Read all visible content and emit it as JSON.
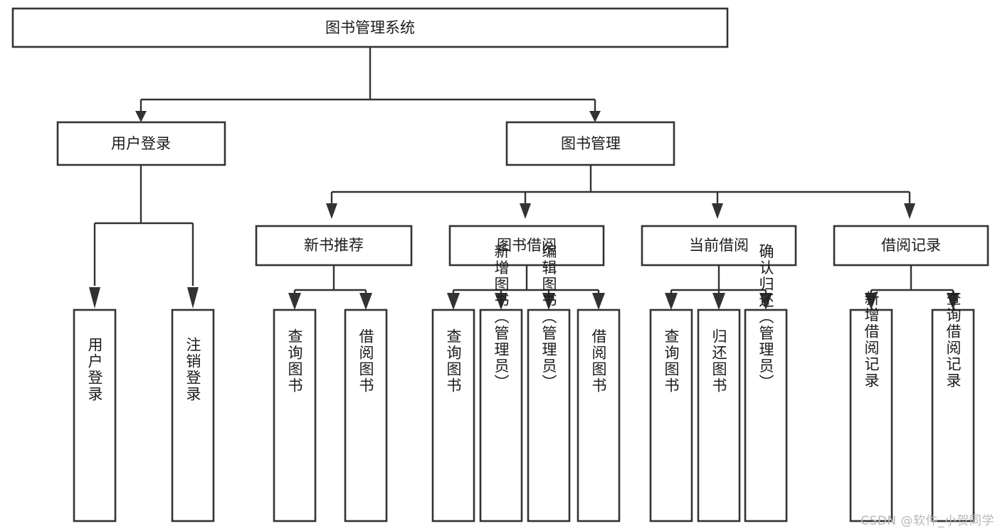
{
  "diagram": {
    "type": "tree-hierarchy",
    "title": "图书管理系统",
    "watermark": "CSDN @软件_小贺同学",
    "colors": {
      "box_fill": "#ffffff",
      "box_stroke": "#333333",
      "text": "#1b1b1b",
      "watermark": "#b8b8b8",
      "background": "#ffffff"
    },
    "levels": [
      {
        "level": 0,
        "nodes": [
          {
            "id": "root",
            "label": "图书管理系统",
            "orientation": "horizontal"
          }
        ]
      },
      {
        "level": 1,
        "nodes": [
          {
            "id": "user-login",
            "label": "用户登录",
            "parent": "root",
            "orientation": "horizontal"
          },
          {
            "id": "book-manage",
            "label": "图书管理",
            "parent": "root",
            "orientation": "horizontal"
          }
        ]
      },
      {
        "level": 2,
        "nodes": [
          {
            "id": "new-book-rec",
            "label": "新书推荐",
            "parent": "book-manage",
            "orientation": "horizontal"
          },
          {
            "id": "book-borrow",
            "label": "图书借阅",
            "parent": "book-manage",
            "orientation": "horizontal"
          },
          {
            "id": "current-borrow",
            "label": "当前借阅",
            "parent": "book-manage",
            "orientation": "horizontal"
          },
          {
            "id": "borrow-record",
            "label": "借阅记录",
            "parent": "book-manage",
            "orientation": "horizontal"
          }
        ]
      },
      {
        "level": 3,
        "nodes": [
          {
            "id": "leaf-user-login",
            "label": "用户登录",
            "parent": "user-login",
            "orientation": "vertical"
          },
          {
            "id": "leaf-logout",
            "label": "注销登录",
            "parent": "user-login",
            "orientation": "vertical"
          },
          {
            "id": "leaf-query-book-1",
            "label": "查询图书",
            "parent": "new-book-rec",
            "orientation": "vertical"
          },
          {
            "id": "leaf-borrow-book-1",
            "label": "借阅图书",
            "parent": "new-book-rec",
            "orientation": "vertical"
          },
          {
            "id": "leaf-query-book-2",
            "label": "查询图书",
            "parent": "book-borrow",
            "orientation": "vertical"
          },
          {
            "id": "leaf-add-book",
            "label": "新增图书（管理员）",
            "parent": "book-borrow",
            "orientation": "vertical"
          },
          {
            "id": "leaf-edit-book",
            "label": "编辑图书（管理员）",
            "parent": "book-borrow",
            "orientation": "vertical"
          },
          {
            "id": "leaf-borrow-book-2",
            "label": "借阅图书",
            "parent": "book-borrow",
            "orientation": "vertical"
          },
          {
            "id": "leaf-query-book-3",
            "label": "查询图书",
            "parent": "current-borrow",
            "orientation": "vertical"
          },
          {
            "id": "leaf-return-book",
            "label": "归还图书",
            "parent": "current-borrow",
            "orientation": "vertical"
          },
          {
            "id": "leaf-confirm-return",
            "label": "确认归还（管理员）",
            "parent": "current-borrow",
            "orientation": "vertical"
          },
          {
            "id": "leaf-add-record",
            "label": "新增借阅记录",
            "parent": "borrow-record",
            "orientation": "vertical"
          },
          {
            "id": "leaf-query-record",
            "label": "查询借阅记录",
            "parent": "borrow-record",
            "orientation": "vertical"
          }
        ]
      }
    ]
  }
}
